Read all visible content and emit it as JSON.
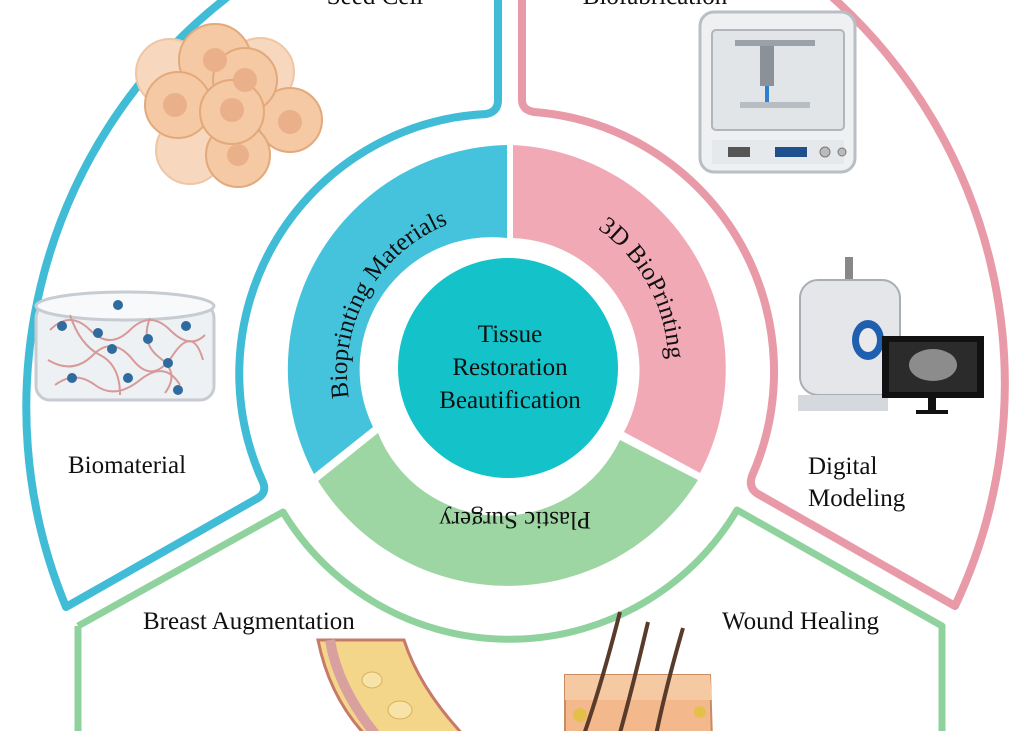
{
  "center": {
    "lines": [
      "Tissue",
      "Restoration",
      "Beautification"
    ]
  },
  "ring": {
    "left_label": "Bioprinting Materials",
    "right_label": "3D BioPrinting",
    "bottom_label": "Plastic Surgery"
  },
  "outer": {
    "left_top_label": "Seed Cell",
    "left_bottom_label": "Biomaterial",
    "right_top_label": "Biofabrication",
    "right_bottom_label_line1": "Digital",
    "right_bottom_label_line2": "Modeling",
    "bottom_left_label": "Breast Augmentation",
    "bottom_right_label": "Wound Healing"
  },
  "colors": {
    "blue": "#45c3dc",
    "pink": "#f1aab5",
    "green": "#9dd6a3",
    "teal": "#14c3c9",
    "blue_border": "#41bcd6",
    "pink_border": "#e99aa8",
    "green_border": "#8fd29d"
  },
  "icons": [
    "cell-cluster-icon",
    "hydrogel-scaffold-icon",
    "bioprinter-icon",
    "mri-scanner-icon",
    "breast-tissue-icon",
    "skin-section-icon"
  ]
}
